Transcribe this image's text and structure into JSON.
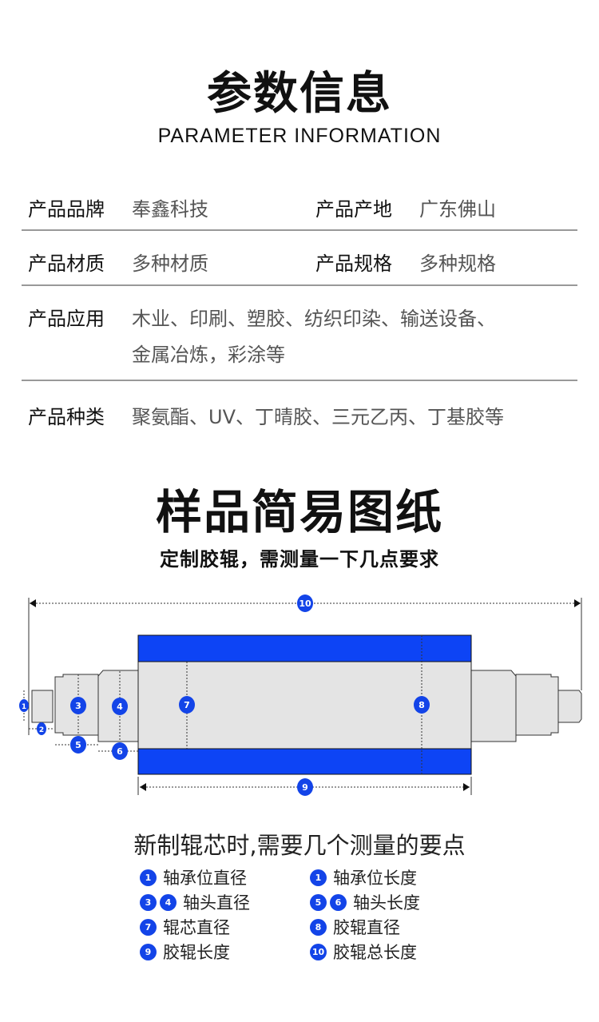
{
  "section1": {
    "title": "参数信息",
    "subtitle": "PARAMETER INFORMATION"
  },
  "params": [
    {
      "label": "产品品牌",
      "value": "奉鑫科技",
      "label2": "产品产地",
      "value2": "广东佛山"
    },
    {
      "label": "产品材质",
      "value": "多种材质",
      "label2": "产品规格",
      "value2": "多种规格"
    },
    {
      "label": "产品应用",
      "value": "木业、印刷、塑胶、纺织印染、输送设备、",
      "value_line2": "金属冶炼，彩涂等"
    },
    {
      "label": "产品种类",
      "value": "聚氨酯、UV、丁晴胶、三元乙丙、丁基胶等"
    }
  ],
  "section2": {
    "title": "样品简易图纸",
    "subtitle": "定制胶辊，需测量一下几点要求"
  },
  "diagram": {
    "markers": [
      "1",
      "2",
      "3",
      "4",
      "5",
      "6",
      "7",
      "8",
      "9",
      "10"
    ],
    "accent": "#1344e8",
    "core_color": "#e4e4e4"
  },
  "legend": {
    "title": "新制辊芯时,需要几个测量的要点",
    "items": [
      {
        "nums": [
          "1"
        ],
        "text": "轴承位直径"
      },
      {
        "nums": [
          "1"
        ],
        "text": "轴承位长度"
      },
      {
        "nums": [
          "3",
          "4"
        ],
        "text": "轴头直径"
      },
      {
        "nums": [
          "5",
          "6"
        ],
        "text": "轴头长度"
      },
      {
        "nums": [
          "7"
        ],
        "text": "辊芯直径"
      },
      {
        "nums": [
          "8"
        ],
        "text": "胶辊直径"
      },
      {
        "nums": [
          "9"
        ],
        "text": "胶辊长度"
      },
      {
        "nums": [
          "10"
        ],
        "text": "胶辊总长度"
      }
    ]
  }
}
